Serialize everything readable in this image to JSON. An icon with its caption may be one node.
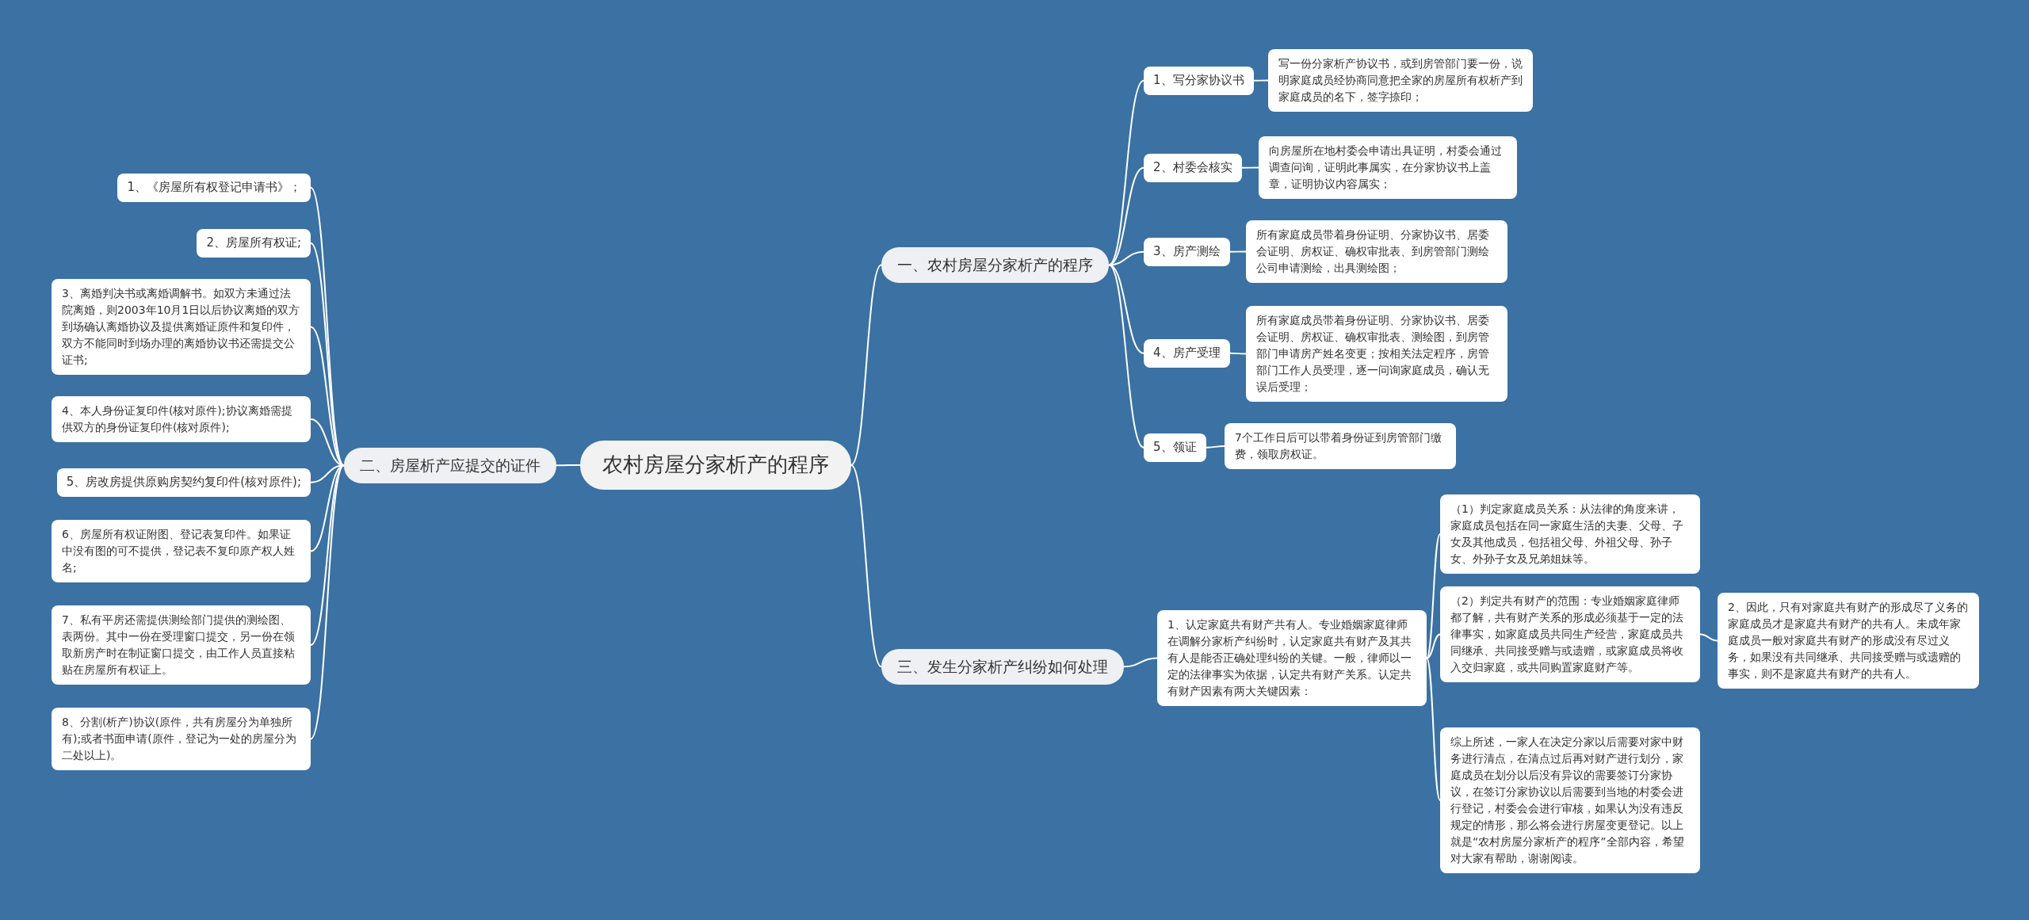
{
  "diagram": {
    "nodes": [
      {
        "text": [
          "农村房屋分家析产的程序"
        ]
      },
      {
        "text": [
          "一、农村房屋分家析产的程序"
        ]
      },
      {
        "text": [
          "1、写分家协议书"
        ]
      },
      {
        "text": [
          "写一份分家析产协议书，或到房管部门要一份，说明家庭成员经协商同意把全家的房屋所有权析产到家庭成员的名下，签字捺印；"
        ]
      },
      {
        "text": [
          "2、村委会核实"
        ]
      },
      {
        "text": [
          "向房屋所在地村委会申请出具证明，村委会通过调查问询，证明此事属实，在分家协议书上盖章，证明协议内容属实；"
        ]
      },
      {
        "text": [
          "3、房产测绘"
        ]
      },
      {
        "text": [
          "所有家庭成员带着身份证明、分家协议书、居委会证明、房权证、确权审批表、到房管部门测绘公司申请测绘，出具测绘图；"
        ]
      },
      {
        "text": [
          "4、房产受理"
        ]
      },
      {
        "text": [
          "所有家庭成员带着身份证明、分家协议书、居委会证明、房权证、确权审批表、测绘图，到房管部门申请房产姓名变更；按相关法定程序，房管部门工作人员受理，逐一问询家庭成员，确认无误后受理；"
        ]
      },
      {
        "text": [
          "5、领证"
        ]
      },
      {
        "text": [
          "7个工作日后可以带着身份证到房管部门缴费，领取房权证。"
        ]
      },
      {
        "text": [
          "二、房屋析产应提交的证件"
        ]
      },
      {
        "text": [
          "1、《房屋所有权登记申请书》；"
        ]
      },
      {
        "text": [
          "2、房屋所有权证;"
        ]
      },
      {
        "text": [
          "3、离婚判决书或离婚调解书。如双方未通过法院离婚，则2003年10月1日以后协议离婚的双方到场确认离婚协议及提供离婚证原件和复印件，双方不能同时到场办理的离婚协议书还需提交公证书;"
        ]
      },
      {
        "text": [
          "4、本人身份证复印件(核对原件);协议离婚需提供双方的身份证复印件(核对原件);"
        ]
      },
      {
        "text": [
          "5、房改房提供原购房契约复印件(核对原件);"
        ]
      },
      {
        "text": [
          "6、房屋所有权证附图、登记表复印件。如果证中没有图的可不提供，登记表不复印原产权人姓名;"
        ]
      },
      {
        "text": [
          "7、私有平房还需提供测绘部门提供的测绘图、表两份。其中一份在受理窗口提交，另一份在领取新房产时在制证窗口提交，由工作人员直接粘贴在房屋所有权证上。"
        ]
      },
      {
        "text": [
          "8、分割(析产)协议(原件，共有房屋分为单独所有);或者书面申请(原件，登记为一处的房屋分为二处以上)。"
        ]
      },
      {
        "text": [
          "三、发生分家析产纠纷如何处理"
        ]
      },
      {
        "text": [
          "1、认定家庭共有财产共有人。专业婚姻家庭律师在调解分家析产纠纷时，认定家庭共有财产及其共有人是能否正确处理纠纷的关键。一般，律师以一定的法律事实为依据，认定共有财产关系。认定共有财产因素有两大关键因素："
        ]
      },
      {
        "text": [
          "（1）判定家庭成员关系：从法律的角度来讲，家庭成员包括在同一家庭生活的夫妻、父母、子女及其他成员，包括祖父母、外祖父母、孙子女、外孙子女及兄弟姐妹等。"
        ]
      },
      {
        "text": [
          "（2）判定共有财产的范围：专业婚姻家庭律师都了解，共有财产关系的形成必须基于一定的法律事实，如家庭成员共同生产经营，家庭成员共同继承、共同接受赠与或遗赠，或家庭成员将收入交归家庭，或共同购置家庭财产等。"
        ]
      },
      {
        "text": [
          "2、因此，只有对家庭共有财产的形成尽了义务的家庭成员才是家庭共有财产的共有人。未成年家庭成员一般对家庭共有财产的形成没有尽过义务，如果没有共同继承、共同接受赠与或遗赠的事实，则不是家庭共有财产的共有人。"
        ]
      },
      {
        "text": [
          "综上所述，一家人在决定分家以后需要对家中财务进行清点，在清点过后再对财产进行划分，家庭成员在划分以后没有异议的需要签订分家协议，在签订分家协议以后需要到当地的村委会进行登记，村委会会进行审核，如果认为没有违反规定的情形，那么将会进行房屋变更登记。以上就是“农村房屋分家析产的程序”全部内容，希望对大家有帮助，谢谢阅读。"
        ]
      }
    ],
    "edges": [
      {
        "from": 0,
        "to": 1,
        "arrow": "none"
      },
      {
        "from": 1,
        "to": 2,
        "arrow": "none"
      },
      {
        "from": 2,
        "to": 3,
        "arrow": "none"
      },
      {
        "from": 1,
        "to": 4,
        "arrow": "none"
      },
      {
        "from": 4,
        "to": 5,
        "arrow": "none"
      },
      {
        "from": 1,
        "to": 6,
        "arrow": "none"
      },
      {
        "from": 6,
        "to": 7,
        "arrow": "none"
      },
      {
        "from": 1,
        "to": 8,
        "arrow": "none"
      },
      {
        "from": 8,
        "to": 9,
        "arrow": "none"
      },
      {
        "from": 1,
        "to": 10,
        "arrow": "none"
      },
      {
        "from": 10,
        "to": 11,
        "arrow": "none"
      },
      {
        "from": 0,
        "to": 12,
        "arrow": "none"
      },
      {
        "from": 12,
        "to": 13,
        "arrow": "none"
      },
      {
        "from": 12,
        "to": 14,
        "arrow": "none"
      },
      {
        "from": 12,
        "to": 15,
        "arrow": "none"
      },
      {
        "from": 12,
        "to": 16,
        "arrow": "none"
      },
      {
        "from": 12,
        "to": 17,
        "arrow": "none"
      },
      {
        "from": 12,
        "to": 18,
        "arrow": "none"
      },
      {
        "from": 12,
        "to": 19,
        "arrow": "none"
      },
      {
        "from": 12,
        "to": 20,
        "arrow": "none"
      },
      {
        "from": 0,
        "to": 21,
        "arrow": "none"
      },
      {
        "from": 21,
        "to": 22,
        "arrow": "none"
      },
      {
        "from": 22,
        "to": 23,
        "arrow": "none"
      },
      {
        "from": 22,
        "to": 24,
        "arrow": "none"
      },
      {
        "from": 24,
        "to": 25,
        "arrow": "none"
      },
      {
        "from": 22,
        "to": 26,
        "arrow": "none"
      }
    ]
  }
}
